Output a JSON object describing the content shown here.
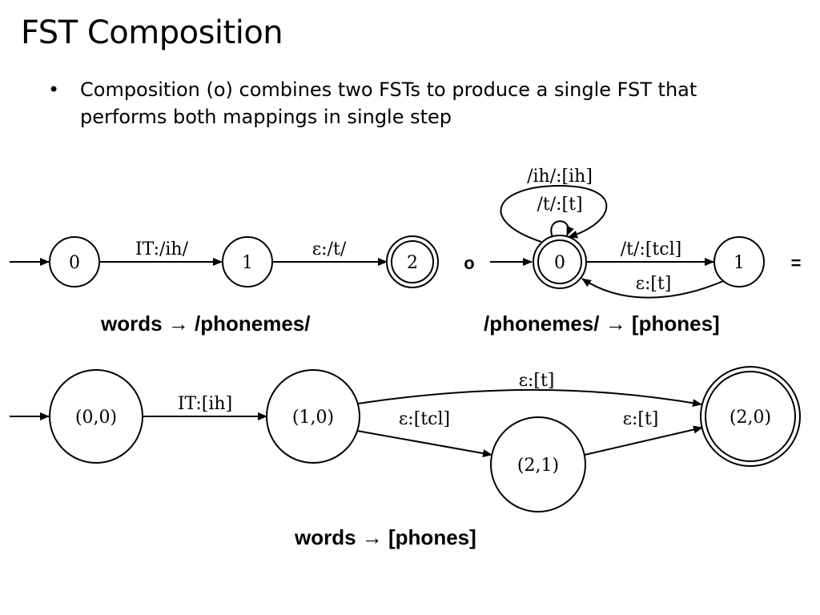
{
  "slide": {
    "title": "FST Composition",
    "bullets": [
      {
        "mark": "•",
        "text": "Composition (o) combines two FSTs to produce a single FST that performs both mappings in single step"
      }
    ]
  },
  "diagrams": {
    "fst1": {
      "caption": "words → /phonemes/",
      "states": [
        "0",
        "1",
        "2"
      ],
      "arcs": [
        "IT:/ih/",
        "ε:/t/"
      ]
    },
    "compose_operator": "o",
    "fst2": {
      "caption": "/phonemes/ →  [phones]",
      "states": [
        "0",
        "1"
      ],
      "arcs": [
        "/ih/:[ih]",
        "/t/:[t]",
        "/t/:[tcl]",
        "ε:[t]"
      ]
    },
    "equals_operator": "=",
    "result": {
      "caption": "words →  [phones]",
      "states": [
        "(0,0)",
        "(1,0)",
        "(2,1)",
        "(2,0)"
      ],
      "arcs": [
        "IT:[ih]",
        "ε:[t]",
        "ε:[tcl]",
        "ε:[t]"
      ]
    }
  }
}
